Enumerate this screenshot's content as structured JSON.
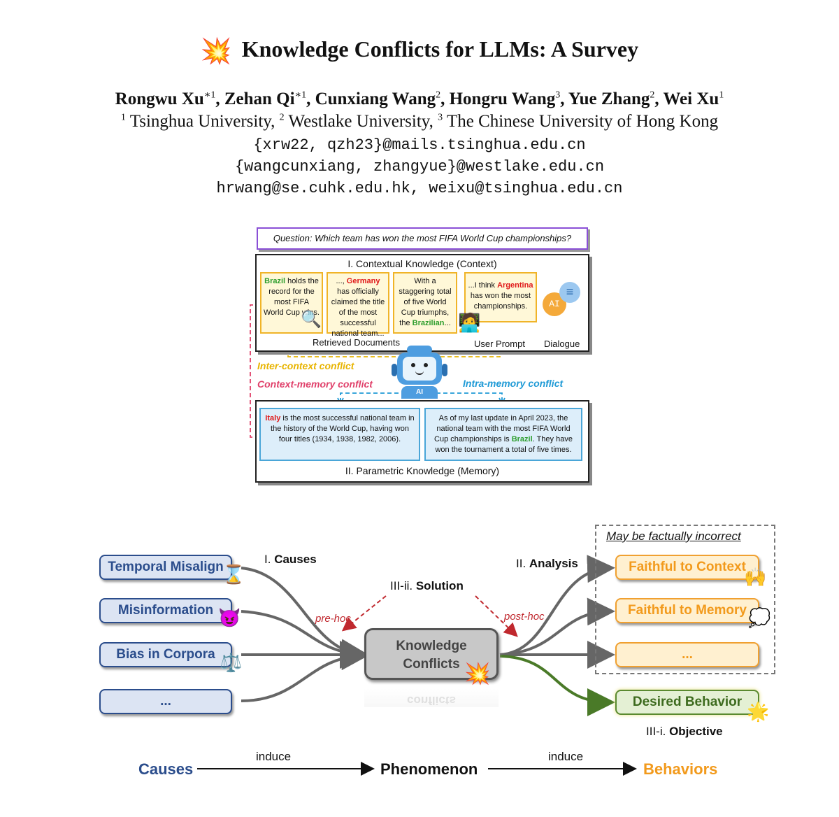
{
  "header": {
    "title": "Knowledge Conflicts for LLMs: A Survey",
    "title_icon": "collision-icon",
    "authors": [
      {
        "name": "Rongwu Xu",
        "sup": "∗1"
      },
      {
        "name": "Zehan Qi",
        "sup": "∗1"
      },
      {
        "name": "Cunxiang Wang",
        "sup": "2"
      },
      {
        "name": "Hongru Wang",
        "sup": "3"
      },
      {
        "name": "Yue Zhang",
        "sup": "2"
      },
      {
        "name": "Wei Xu",
        "sup": "1"
      }
    ],
    "affiliations": [
      {
        "sup": "1",
        "name": "Tsinghua University,"
      },
      {
        "sup": "2",
        "name": "Westlake University,"
      },
      {
        "sup": "3",
        "name": "The Chinese University of Hong Kong"
      }
    ],
    "emails": [
      "{xrw22, qzh23}@mails.tsinghua.edu.cn",
      "{wangcunxiang, zhangyue}@westlake.edu.cn",
      "hrwang@se.cuhk.edu.hk, weixu@tsinghua.edu.cn"
    ]
  },
  "figure1": {
    "question": "Question: Which team has won the most FIFA World Cup championships?",
    "context_title": "I. Contextual Knowledge (Context)",
    "docs": [
      {
        "pre": "",
        "hl": "Brazil",
        "hl_color": "green",
        "post": " holds the record for the most FIFA World Cup wins."
      },
      {
        "pre": "..., ",
        "hl": "Germany",
        "hl_color": "red",
        "post": " has officially claimed the title of the most successful national team..."
      },
      {
        "pre": "With a staggering total of five World Cup triumphs, the ",
        "hl": "Brazilian",
        "hl_color": "green",
        "post": "..."
      },
      {
        "pre": "...I think ",
        "hl": "Argentina",
        "hl_color": "red",
        "post": " has won the most championships."
      }
    ],
    "retrieved_label": "Retrieved Documents",
    "user_prompt_label": "User Prompt",
    "dialogue_label": "Dialogue",
    "ai_badge": "AI",
    "robot_badge": "AI",
    "inter_context": "Inter-context conflict",
    "context_memory": "Context-memory conflict",
    "intra_memory": "Intra-memory conflict",
    "memory_title": "II. Parametric Knowledge (Memory)",
    "mem1": {
      "hl": "Italy",
      "post": " is the most successful national team in the history of the World Cup, having won four titles (1934, 1938, 1982, 2006)."
    },
    "mem2": {
      "pre": "As of my last update in April 2023, the national team with the most FIFA World Cup championships is ",
      "hl": "Brazil",
      "post": ". They have won the tournament a total of five times."
    },
    "colors": {
      "inter": "#e8b400",
      "context_memory": "#e0406a",
      "intra": "#1e9ad6",
      "question_border": "#8a4fd6"
    }
  },
  "figure2": {
    "causes": [
      "Temporal Misalign",
      "Misinformation",
      "Bias in Corpora",
      "..."
    ],
    "cause_icons": [
      "hourglass-icon",
      "devil-icon",
      "scales-icon"
    ],
    "label_causes_num": "I.",
    "label_causes": "Causes",
    "label_solution_num": "III-ii.",
    "label_solution": "Solution",
    "label_analysis_num": "II.",
    "label_analysis": "Analysis",
    "pre_hoc": "pre-hoc",
    "post_hoc": "post-hoc",
    "center_line1": "Knowledge",
    "center_line2": "Conflicts",
    "reflection": "conflicts",
    "may_be": "May be factually incorrect",
    "behaviors": [
      "Faithful to Context",
      "Faithful to Memory",
      "..."
    ],
    "desired": "Desired Behavior",
    "label_objective_num": "III-i.",
    "label_objective": "Objective",
    "bottom": {
      "causes": "Causes",
      "induce1": "induce",
      "phenomenon": "Phenomenon",
      "induce2": "induce",
      "behaviors": "Behaviors"
    },
    "colors": {
      "causes": "#2b4d8c",
      "behaviors": "#f29a1c",
      "desired": "#3d6b1e",
      "arrows": "#666666",
      "dashed_red": "#c0282e"
    }
  }
}
